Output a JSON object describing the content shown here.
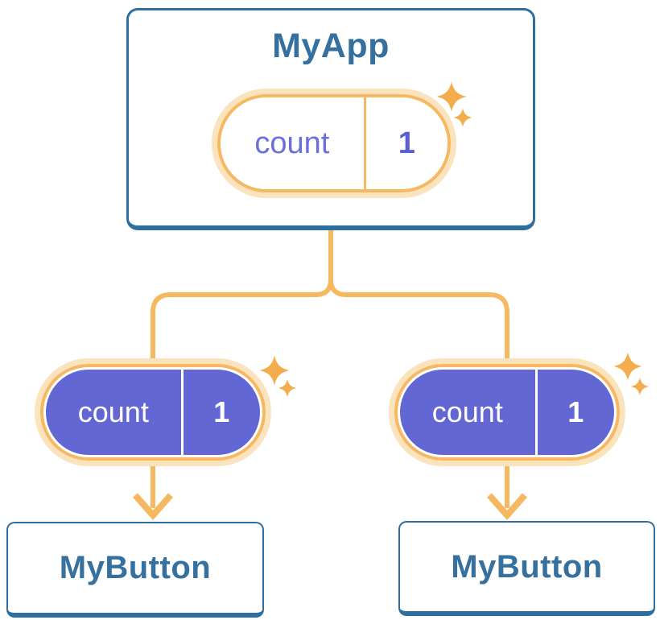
{
  "diagram": {
    "root": {
      "title": "MyApp",
      "state": {
        "label": "count",
        "value": "1"
      }
    },
    "children": [
      {
        "title": "MyButton",
        "prop": {
          "label": "count",
          "value": "1"
        }
      },
      {
        "title": "MyButton",
        "prop": {
          "label": "count",
          "value": "1"
        }
      }
    ]
  },
  "icons": {
    "sparkle": "✦"
  },
  "colors": {
    "background": "#ffffff",
    "box_border_blue": "#2e6f9f",
    "box_text_blue": "#35709e",
    "connector_orange": "#f6b860",
    "pill_halo_orange": "#fbe3bd",
    "sparkle_orange": "#f4ad4c",
    "pill_purple": "#6267d4",
    "state_label_purple": "#6a6fdc",
    "state_value_purple": "#5a5fd1",
    "pill_text_white": "#ffffff"
  }
}
